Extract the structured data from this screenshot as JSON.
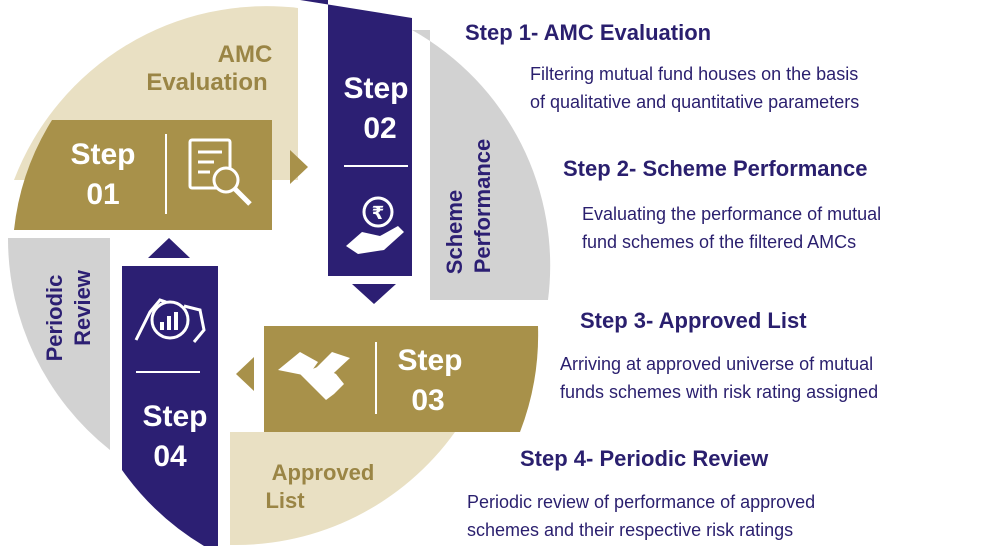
{
  "colors": {
    "gold": "#a8914a",
    "cream": "#e9e0c3",
    "gray": "#d0d0d0",
    "navy": "#2c1f73",
    "text_navy": "#2a1f6e",
    "cream_text": "#9a8545"
  },
  "wheel": {
    "step1": {
      "word": "Step",
      "num": "01",
      "label_line1": "AMC",
      "label_line2": "Evaluation",
      "icon": "document-search-icon"
    },
    "step2": {
      "word": "Step",
      "num": "02",
      "label_line1": "Scheme",
      "label_line2": "Performance",
      "icon": "rupee-hand-icon"
    },
    "step3": {
      "word": "Step",
      "num": "03",
      "label_line1": "Approved",
      "label_line2": "List",
      "icon": "handshake-icon"
    },
    "step4": {
      "word": "Step",
      "num": "04",
      "label_line1": "Periodic",
      "label_line2": "Review",
      "icon": "hand-gauge-icon"
    }
  },
  "steps": [
    {
      "title": "Step 1- AMC Evaluation",
      "lines": [
        "Filtering mutual fund houses on the basis",
        "of qualitative and quantitative parameters"
      ]
    },
    {
      "title": "Step 2- Scheme Performance",
      "lines": [
        "Evaluating the performance of mutual",
        "fund schemes of the filtered AMCs"
      ]
    },
    {
      "title": "Step 3- Approved List",
      "lines": [
        "Arriving at approved universe of mutual",
        "funds schemes with risk rating assigned"
      ]
    },
    {
      "title": "Step 4- Periodic Review",
      "lines": [
        "Periodic review of performance of approved",
        "schemes and their respective risk ratings"
      ]
    }
  ]
}
